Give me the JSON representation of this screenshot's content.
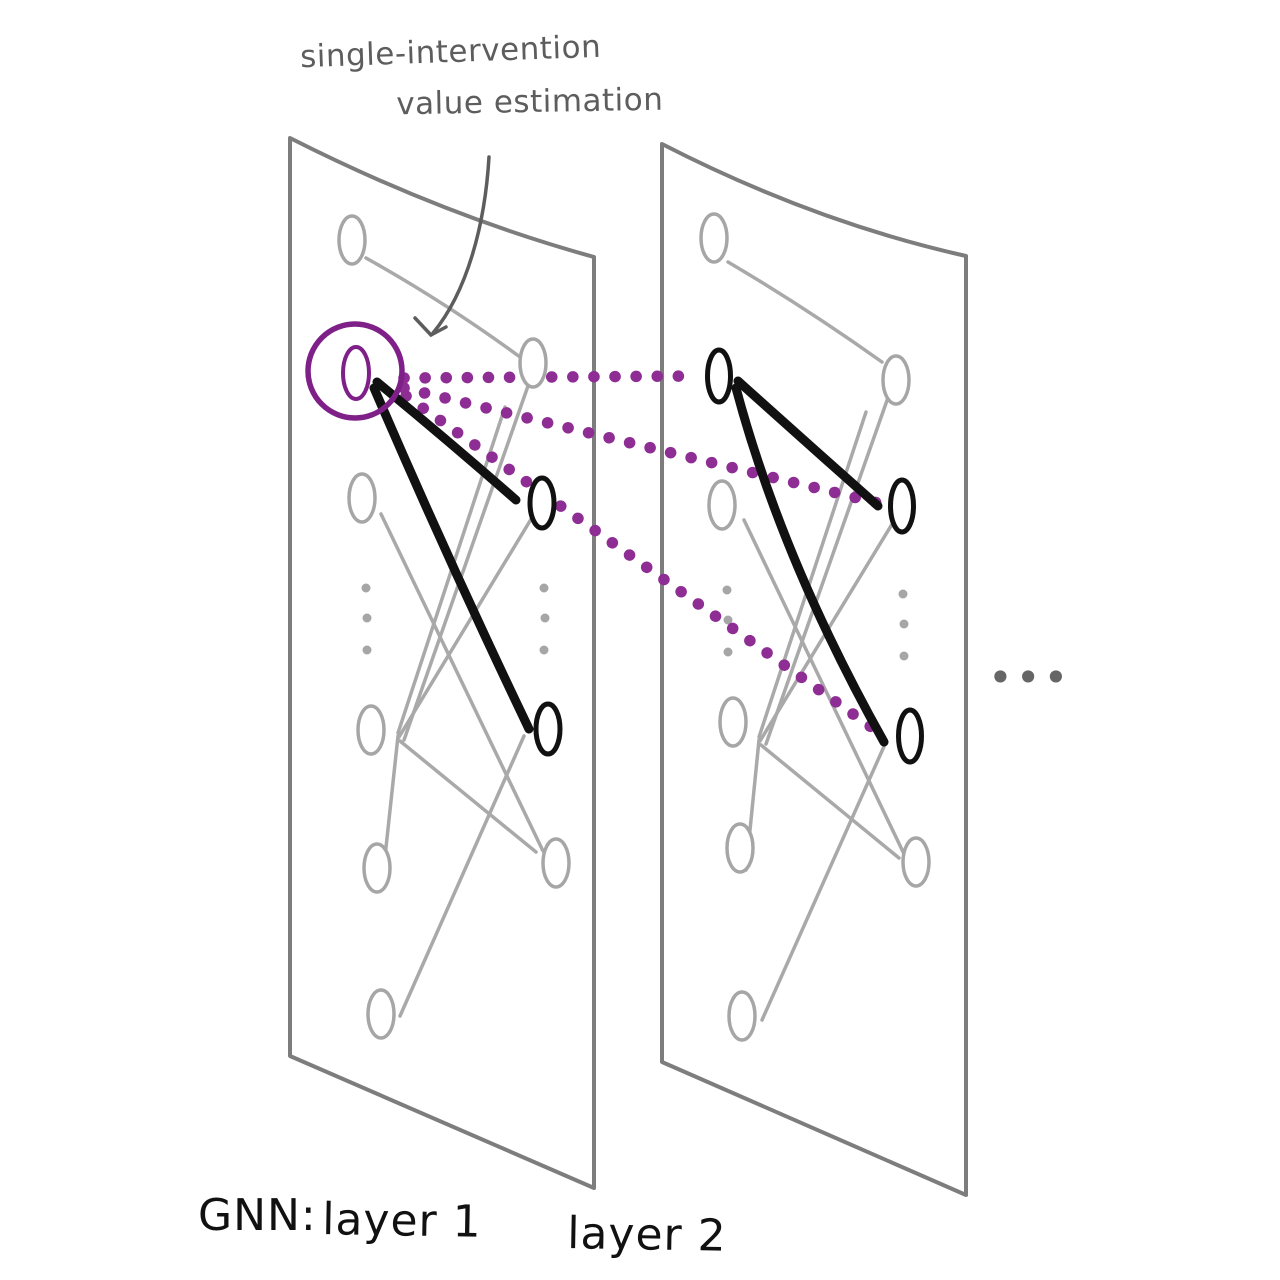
{
  "annotation": {
    "line1": "single-intervention",
    "line2": "value estimation"
  },
  "footer": {
    "prefix": "GNN:",
    "layer1": "layer 1",
    "layer2": "layer 2"
  },
  "continuation": "•••",
  "structure": {
    "planes": [
      "layer 1",
      "layer 2"
    ],
    "highlighted_node": "circled top-left node of layer 1",
    "black_outlined_nodes_layer1": 2,
    "black_outlined_nodes_layer2": 3,
    "purple_dotted_links": 3
  },
  "colors": {
    "bg": "#ffffff",
    "ink": "#111111",
    "pencil": "#5d5d5d",
    "plane-gray": "#7d7d7d",
    "node-gray": "#a6a6a6",
    "edge-gray": "#a9a9a9",
    "purple": "#8e2d93",
    "purple-dark": "#7e2088",
    "dots-gray": "#666666"
  }
}
